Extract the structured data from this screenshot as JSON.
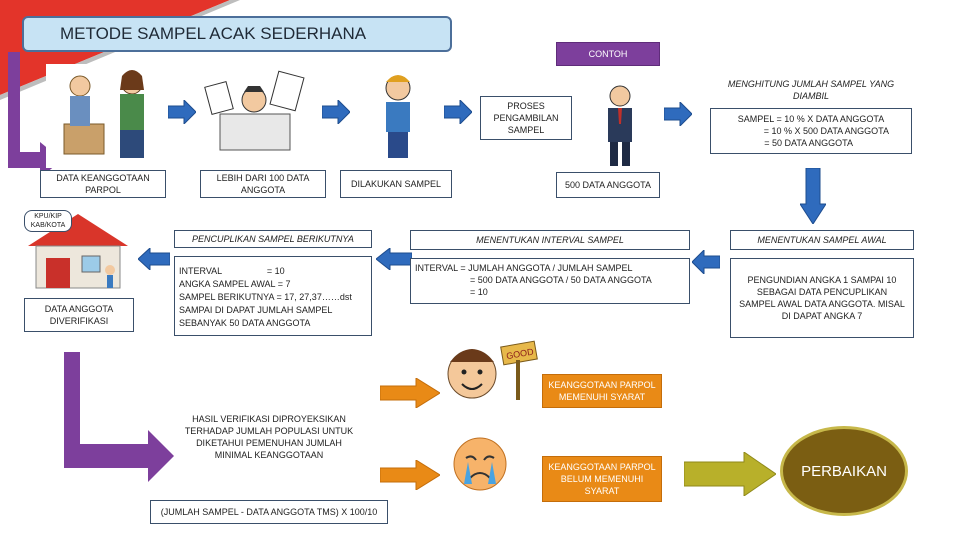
{
  "title": "METODE SAMPEL ACAK SEDERHANA",
  "contoh": "CONTOH",
  "steps": {
    "data_keanggotaan": "DATA KEANGGOTAAN PARPOL",
    "lebih_dari": "LEBIH DARI 100 DATA ANGGOTA",
    "dilakukan": "DILAKUKAN SAMPEL",
    "proses": "PROSES PENGAMBILAN SAMPEL",
    "data_anggota": "500 DATA ANGGOTA"
  },
  "menghitung": {
    "title": "MENGHITUNG JUMLAH SAMPEL YANG DIAMBIL",
    "line1": "SAMPEL = 10 % X DATA ANGGOTA",
    "line2": "= 10 % X 500 DATA ANGGOTA",
    "line3": "= 50 DATA ANGGOTA"
  },
  "kpu": "KPU/KIP KAB/KOTA",
  "data_verified": "DATA ANGGOTA DIVERIFIKASI",
  "pencuplikan": {
    "title": "PENCUPLIKAN SAMPEL BERIKUTNYA",
    "line1": "INTERVAL                  = 10",
    "line2": "ANGKA SAMPEL AWAL = 7",
    "line3": "SAMPEL BERIKUTNYA  = 17, 27,37……dst",
    "line4": "SAMPAI DI DAPAT JUMLAH SAMPEL",
    "line5": "SEBANYAK 50 DATA ANGGOTA"
  },
  "interval": {
    "title": "MENENTUKAN INTERVAL SAMPEL",
    "line1": "INTERVAL  = JUMLAH ANGGOTA / JUMLAH SAMPEL",
    "line2": "= 500 DATA ANGGOTA / 50 DATA ANGGOTA",
    "line3": "= 10"
  },
  "awal": {
    "title": "MENENTUKAN SAMPEL AWAL",
    "body": "PENGUNDIAN ANGKA 1 SAMPAI 10 SEBAGAI DATA PENCUPLIKAN SAMPEL AWAL DATA ANGGOTA. MISAL DI DAPAT ANGKA 7"
  },
  "hasil": "HASIL VERIFIKASI DIPROYEKSIKAN TERHADAP JUMLAH POPULASI UNTUK DIKETAHUI PEMENUHAN JUMLAH MINIMAL KEANGGOTAAN",
  "rumus": "(JUMLAH SAMPEL - DATA ANGGOTA TMS) X 100/10",
  "memenuhi": "KEANGGOTAAN PARPOL MEMENUHI SYARAT",
  "belum": "KEANGGOTAAN PARPOL BELUM MEMENUHI SYARAT",
  "perbaikan": "PERBAIKAN",
  "good_sign": "GOOD",
  "colors": {
    "blue_arrow": "#2f6bbd",
    "orange": "#e98a16",
    "purple": "#7d3f9c",
    "olive": "#b8b02a",
    "perbaikan": "#7b5e12"
  }
}
